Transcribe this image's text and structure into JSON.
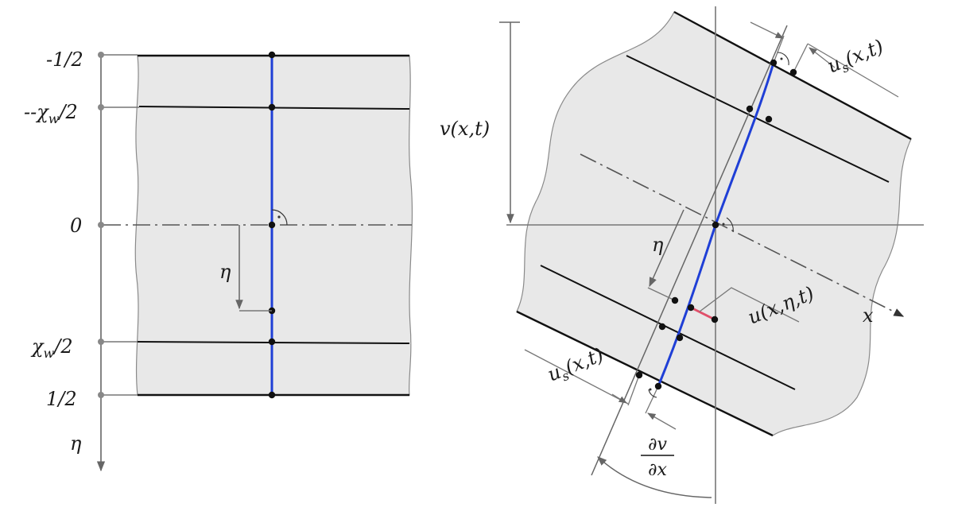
{
  "left_panel": {
    "ticks": [
      {
        "label": "-1/2"
      },
      {
        "label": "-χ"
      },
      {
        "label": "0"
      },
      {
        "label": "χ"
      },
      {
        "label": "1/2"
      }
    ],
    "chi_tick_suffix": {
      "sub": "w",
      "rest": "/2"
    },
    "axis_label": "η",
    "eta_arrow_label": "η"
  },
  "right_panel": {
    "v_label": "v(x,t)",
    "us_top": {
      "u": "u",
      "sub": "s",
      "args": "(x,t)"
    },
    "us_bottom": {
      "u": "u",
      "sub": "s",
      "args": "(x,t)"
    },
    "eta_label": "η",
    "u_label": "u(x,η,t)",
    "x_label": "x",
    "dv_dx": {
      "numerator": "∂v",
      "denominator": "∂x"
    }
  },
  "colors": {
    "fill": "#e8e8e8",
    "line": "#111111",
    "blue": "#1f3fd6",
    "red": "#e0506a",
    "axis": "#6a6a6a"
  }
}
